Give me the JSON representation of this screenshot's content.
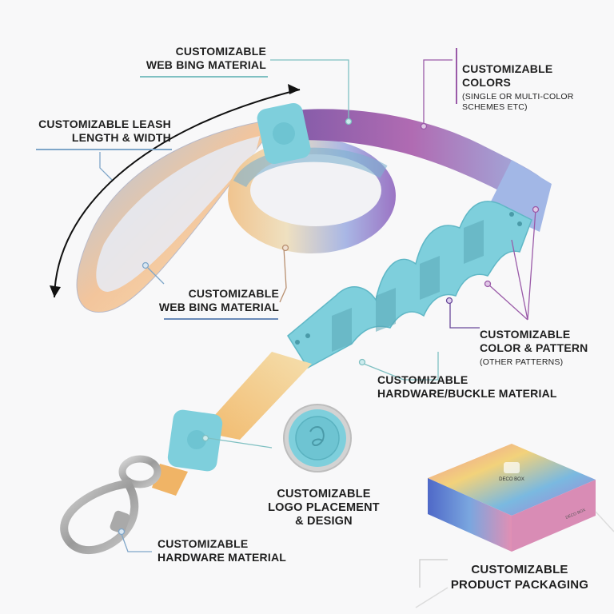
{
  "labels": {
    "webbing_top": "CUSTOMIZABLE\nWEB BING MATERIAL",
    "colors": "CUSTOMIZABLE\nCOLORS",
    "colors_sub": "(SINGLE OR MULTI-COLOR\nSCHEMES ETC)",
    "leash_length": "CUSTOMIZABLE LEASH\nLENGTH & WIDTH",
    "webbing_mid": "CUSTOMIZABLE\nWEB BING MATERIAL",
    "color_pattern": "CUSTOMIZABLE\nCOLOR & PATTERN",
    "color_pattern_sub": "(OTHER PATTERNS)",
    "hardware_buckle": "CUSTOMIZABLE\nHARDWARE/BUCKLE MATERIAL",
    "logo": "CUSTOMIZABLE\nLOGO PLACEMENT\n& DESIGN",
    "hardware": "CUSTOMIZABLE\nHARDWARE MATERIAL",
    "packaging": "CUSTOMIZABLE\nPRODUCT PACKAGING"
  },
  "package": {
    "brand": "DECO BOX",
    "lid_text": "DECO BOX"
  },
  "colors": {
    "accent_teal": "#7fc0c2",
    "accent_purple": "#9a5aa8",
    "silicone": "#7ecfdc",
    "text": "#1f1f1f"
  }
}
